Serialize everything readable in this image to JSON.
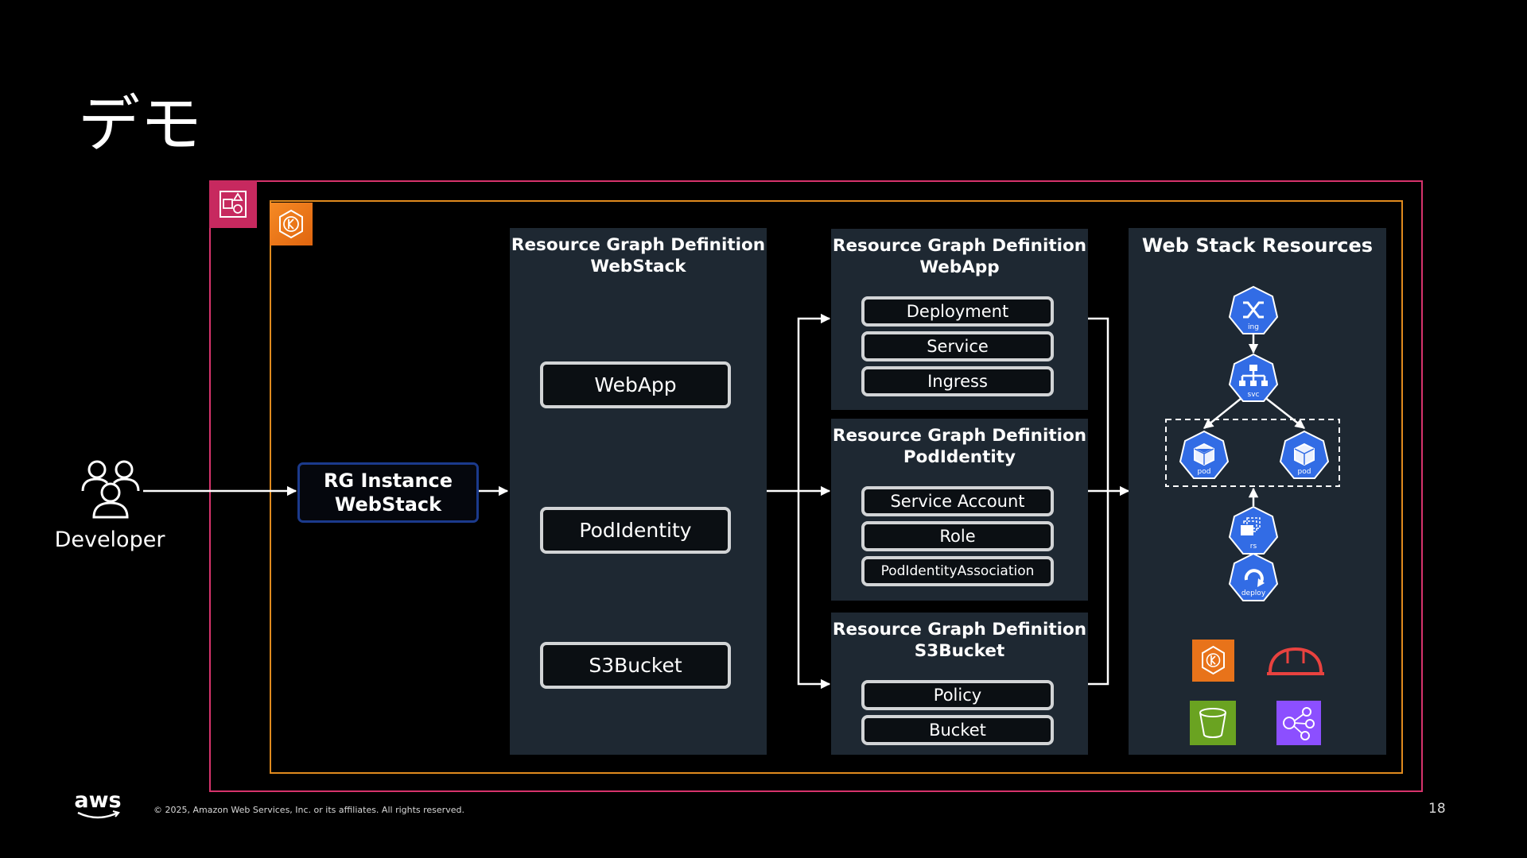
{
  "slide": {
    "title": "デモ",
    "page_number": "18",
    "copyright": "© 2025, Amazon Web Services, Inc. or its affiliates. All rights reserved."
  },
  "developer": {
    "label": "Developer"
  },
  "rg_instance": {
    "line1": "RG Instance",
    "line2": "WebStack"
  },
  "webstack_panel": {
    "title_line1": "Resource Graph Definition",
    "title_line2": "WebStack",
    "items": [
      "WebApp",
      "PodIdentity",
      "S3Bucket"
    ]
  },
  "webapp_panel": {
    "title_line1": "Resource Graph Definition",
    "title_line2": "WebApp",
    "items": [
      "Deployment",
      "Service",
      "Ingress"
    ]
  },
  "podidentity_panel": {
    "title_line1": "Resource Graph Definition",
    "title_line2": "PodIdentity",
    "items": [
      "Service Account",
      "Role",
      "PodIdentityAssociation"
    ]
  },
  "s3bucket_panel": {
    "title_line1": "Resource Graph Definition",
    "title_line2": "S3Bucket",
    "items": [
      "Policy",
      "Bucket"
    ]
  },
  "resources_panel": {
    "title": "Web Stack Resources",
    "k8s_nodes": [
      "ing",
      "svc",
      "pod",
      "pod",
      "rs",
      "deploy"
    ],
    "service_icons": [
      "eks-icon",
      "iam-role-icon",
      "s3-icon",
      "eventbridge-icon"
    ]
  },
  "colors": {
    "background": "#000000",
    "outer_frame": "#d6336c",
    "inner_frame": "#e08a1e",
    "panel": "#1e2832",
    "k8s_blue": "#326ce5",
    "rg_instance_border": "#1b3a8c"
  }
}
